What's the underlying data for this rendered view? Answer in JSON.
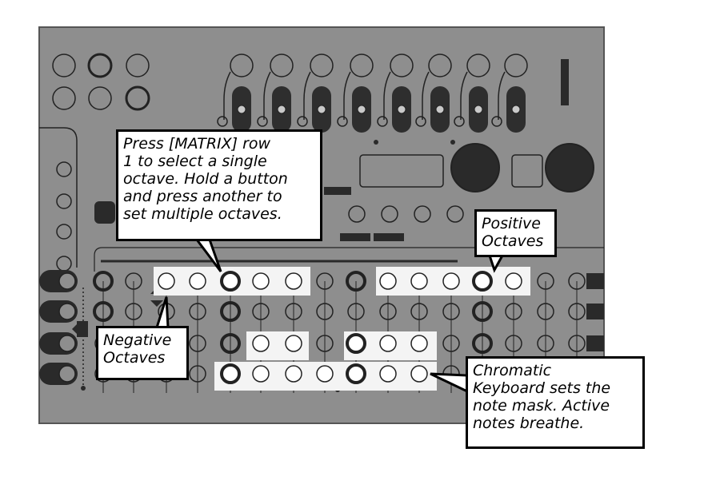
{
  "colors": {
    "panel": "#8e8e8e",
    "panel_border": "#555555",
    "button_stroke": "#222222",
    "led": "#ffffff",
    "callout_fill": "#ffffff",
    "callout_stroke": "#000000"
  },
  "callouts": {
    "matrix": {
      "lines": [
        "Press [MATRIX] row",
        "1 to select a single",
        "octave. Hold a button",
        "and press another to",
        "set multiple octaves."
      ]
    },
    "positive": {
      "lines": [
        "Positive",
        "Octaves"
      ]
    },
    "negative": {
      "lines": [
        "Negative",
        "Octaves"
      ]
    },
    "chromatic": {
      "lines": [
        "Chromatic",
        "Keyboard sets the",
        "note mask. Active",
        "notes breathe."
      ]
    }
  }
}
